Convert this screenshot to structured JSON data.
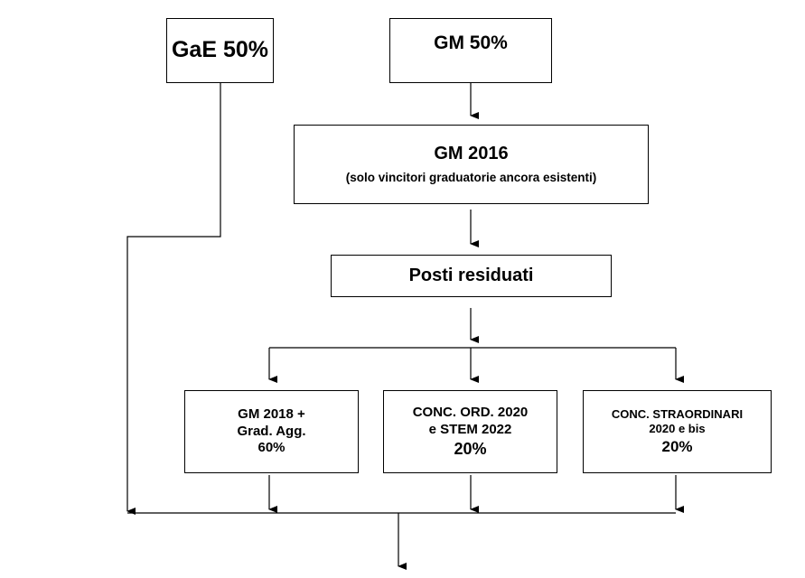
{
  "nodes": {
    "gae": {
      "label": "GaE 50%"
    },
    "gm": {
      "label": "GM 50%"
    },
    "gm2016": {
      "title": "GM 2016",
      "subtitle": "(solo vincitori graduatorie ancora esistenti)"
    },
    "posti": {
      "label": "Posti residuati"
    },
    "gm2018": {
      "line1": "GM 2018 +",
      "line2": "Grad. Agg.",
      "line3": "60%"
    },
    "conc_ord": {
      "line1": "CONC. ORD. 2020",
      "line2": "e STEM 2022",
      "line3": "20%"
    },
    "conc_str": {
      "line1": "CONC. STRAORDINARI",
      "line2": "2020 e bis",
      "line3": "20%"
    }
  }
}
